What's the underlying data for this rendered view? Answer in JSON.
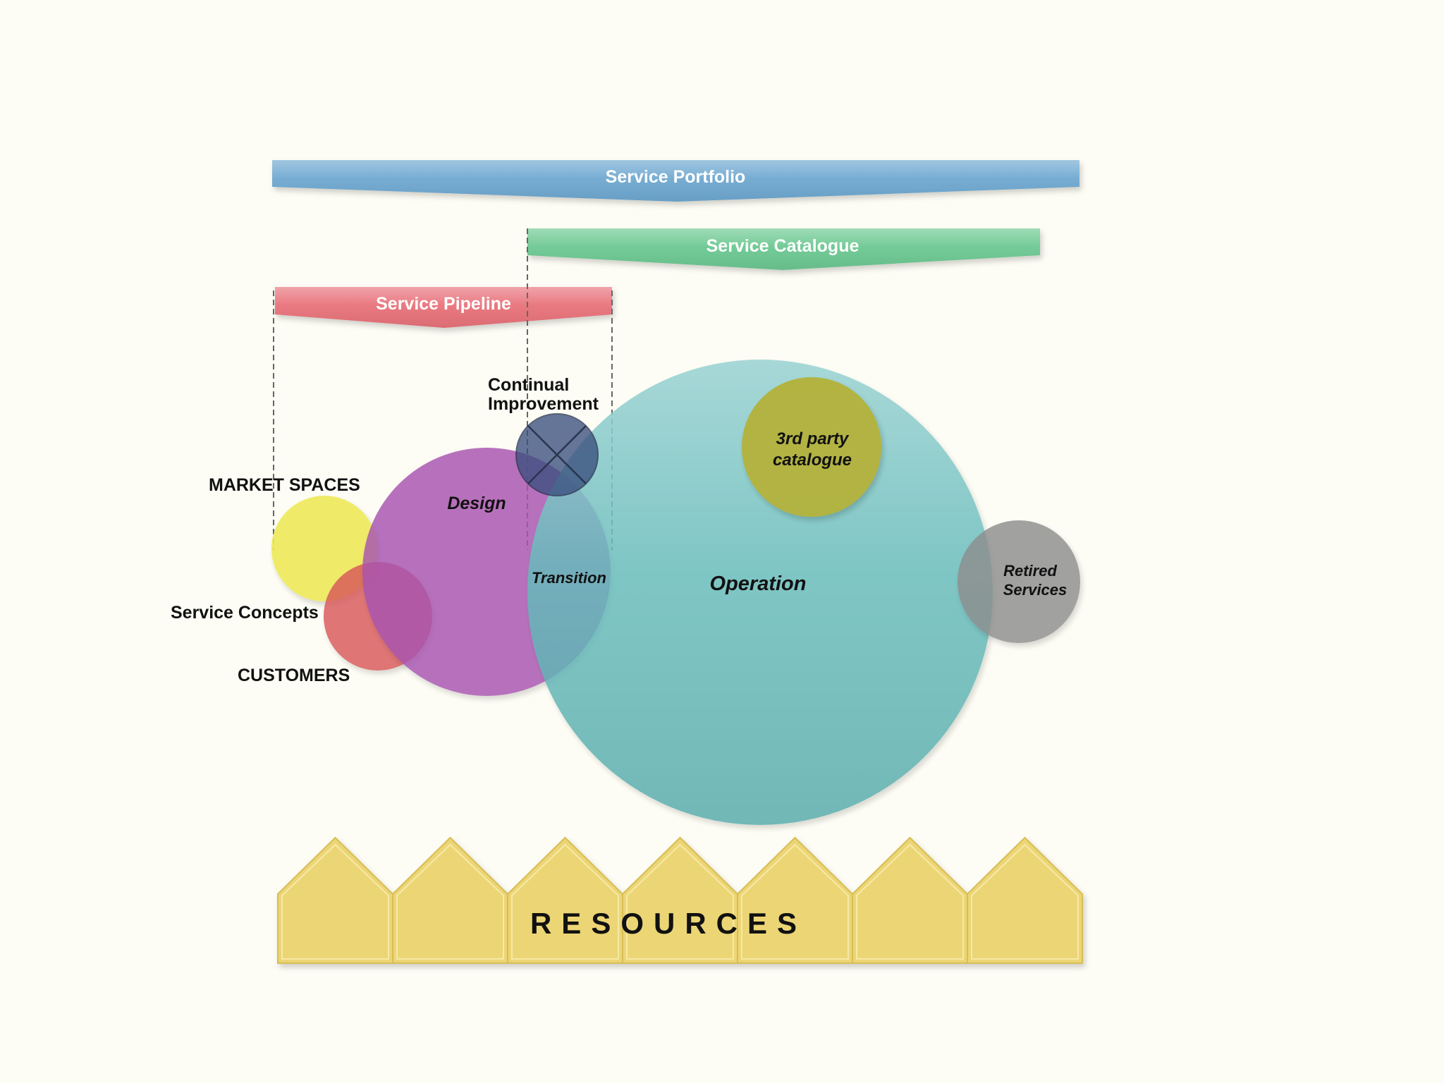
{
  "banners": {
    "portfolio": "Service Portfolio",
    "catalogue": "Service Catalogue",
    "pipeline": "Service Pipeline"
  },
  "labels": {
    "continual_line1": "Continual",
    "continual_line2": "Improvement",
    "market_spaces": "MARKET SPACES",
    "service_concepts": "Service Concepts",
    "customers": "CUSTOMERS"
  },
  "phases": {
    "design": "Design",
    "transition": "Transition",
    "operation": "Operation",
    "third_party_line1": "3rd party",
    "third_party_line2": "catalogue",
    "retired_line1": "Retired",
    "retired_line2": "Services"
  },
  "resources": "RESOURCES",
  "colors": {
    "portfolio": "#6fa8d0",
    "catalogue": "#6cc891",
    "pipeline": "#e8727a",
    "market_spaces": "#eeea5a",
    "customers": "#d9585a",
    "design": "#b06cb8",
    "operation": "#6fbfbf",
    "continual": "#4a5f8a",
    "third_party": "#b4b23a",
    "retired": "#909090",
    "resources": "#ecd574",
    "background": "#fdfdf5"
  }
}
